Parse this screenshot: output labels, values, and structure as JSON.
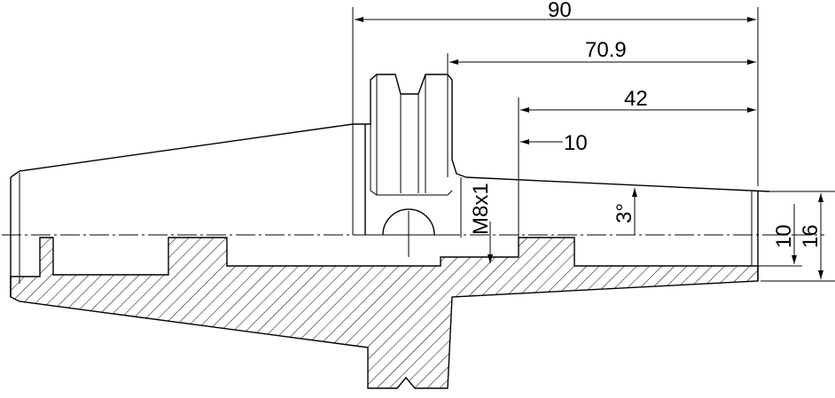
{
  "drawing": {
    "dimensions": {
      "overall_length": "90",
      "length_b": "70.9",
      "length_c": "42",
      "length_d": "10",
      "thread": "M8x1",
      "taper_angle": "3°",
      "dia_small": "10",
      "dia_large": "16"
    },
    "colors": {
      "line": "#000000",
      "background": "#ffffff"
    }
  }
}
